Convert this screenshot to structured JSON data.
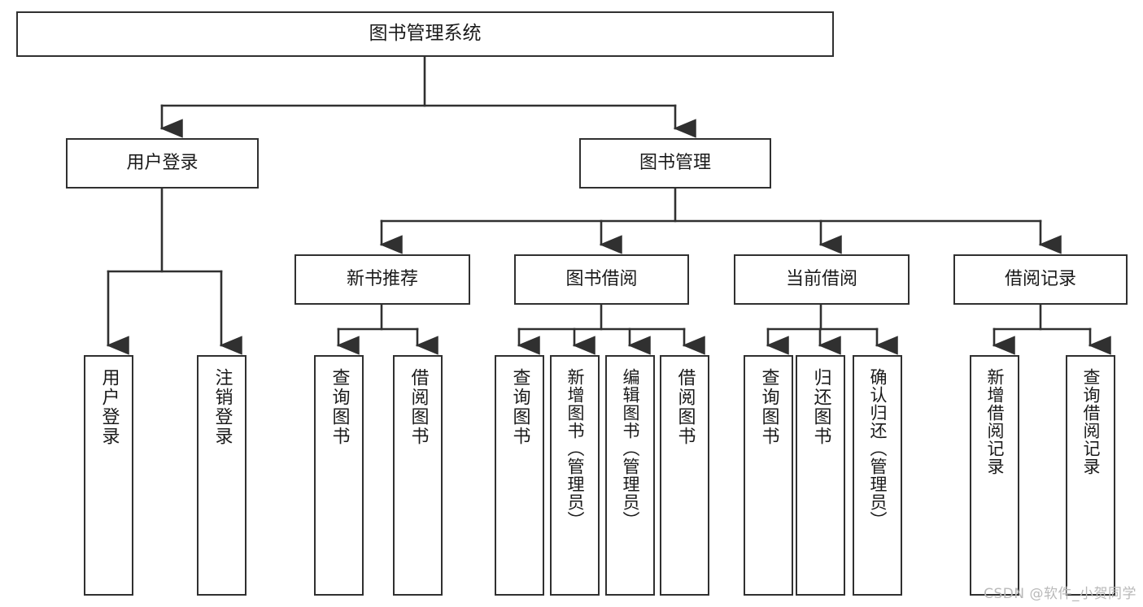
{
  "diagram": {
    "type": "tree-hierarchy",
    "title": "图书管理系统",
    "orientation": "top-down",
    "watermark": "CSDN @软件_小贺同学",
    "colors": {
      "box_border": "#303030",
      "box_fill": "#ffffff",
      "connector": "#303030",
      "text": "#1a1a1a",
      "watermark": "#b9b9b9",
      "background": "#ffffff"
    },
    "nodes": {
      "root": {
        "label": "图书管理系统"
      },
      "level2": [
        {
          "label": "用户登录"
        },
        {
          "label": "图书管理"
        }
      ],
      "level3": [
        {
          "label": "新书推荐"
        },
        {
          "label": "图书借阅"
        },
        {
          "label": "当前借阅"
        },
        {
          "label": "借阅记录"
        }
      ],
      "leaves": {
        "user_login": [
          {
            "label": "用户登录"
          },
          {
            "label": "注销登录"
          }
        ],
        "new_book_recommend": [
          {
            "label": "查询图书"
          },
          {
            "label": "借阅图书"
          }
        ],
        "book_borrow": [
          {
            "label": "查询图书"
          },
          {
            "label": "新增图书（管理员）"
          },
          {
            "label": "编辑图书（管理员）"
          },
          {
            "label": "借阅图书"
          }
        ],
        "current_borrow": [
          {
            "label": "查询图书"
          },
          {
            "label": "归还图书"
          },
          {
            "label": "确认归还（管理员）"
          }
        ],
        "borrow_record": [
          {
            "label": "新增借阅记录"
          },
          {
            "label": "查询借阅记录"
          }
        ]
      }
    }
  }
}
